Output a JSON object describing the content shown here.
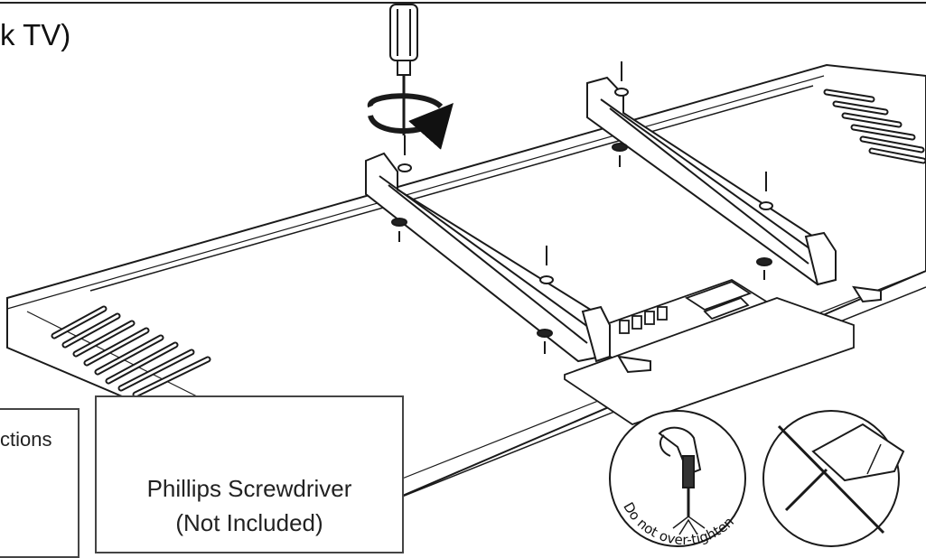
{
  "title": {
    "text": "k TV)"
  },
  "parts_box": {
    "label": "ctions"
  },
  "tool_box": {
    "line1": "Phillips Screwdriver",
    "line2": "(Not Included)",
    "plus_symbol": "plus-in-circle-icon",
    "tool_icon": "screwdriver-icon"
  },
  "warning_circle": {
    "caption": "Do not over-tighten"
  },
  "prohibited_circle": {
    "icon": "power-drill-icon",
    "mark": "prohibited-slash"
  },
  "colors": {
    "line": "#1a1a1a",
    "background": "#ffffff"
  }
}
